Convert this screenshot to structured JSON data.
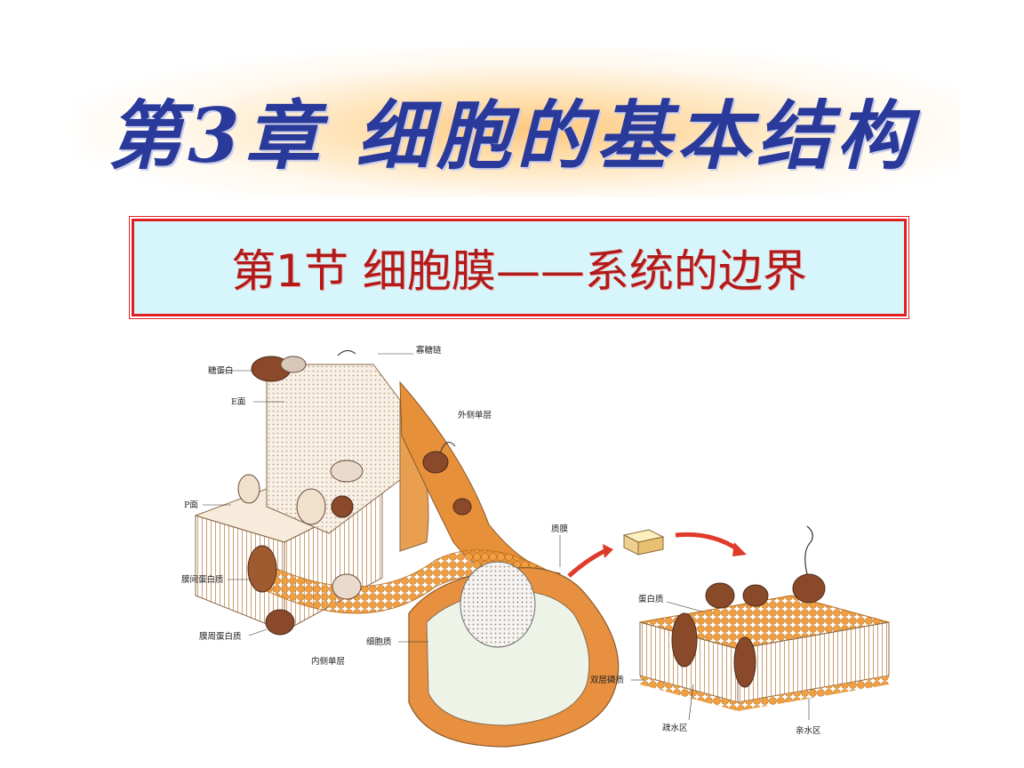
{
  "header": {
    "chapter_title": "第3章  细胞的基本结构",
    "section_title": "第1节 细胞膜——系统的边界"
  },
  "diagram": {
    "labels": {
      "glycoprotein": "糖蛋白",
      "glycocalyx": "寡糖链",
      "e_face": "E面",
      "outer_leaflet": "外侧单层",
      "p_face": "P面",
      "integral_protein": "膜间蛋白质",
      "peripheral_protein": "膜周蛋白质",
      "inner_leaflet": "内侧单层",
      "plasma_membrane": "质膜",
      "cytoplasm": "细胞质",
      "protein": "蛋白质",
      "phospholipid_bilayer": "双层磷质",
      "hydrophobic_region": "疏水区",
      "hydrophilic_region": "亲水区"
    }
  },
  "colors": {
    "title": "#2a3a9a",
    "section_text": "#b21a1a",
    "section_border": "#e02020",
    "section_bg": "#d6f6fb",
    "lipid_head": "#f0a040",
    "protein": "#8a4a2a",
    "arrow": "#e03a2a"
  }
}
